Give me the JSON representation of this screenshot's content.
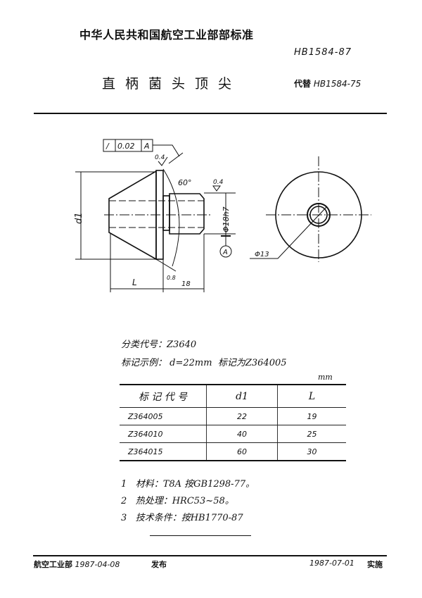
{
  "header": {
    "issuer": "中华人民共和国航空工业部部标准",
    "standard_number": "HB1584-87",
    "title": "直柄菌头顶尖",
    "replaces_label": "代替",
    "replaces_number": "HB1584-75"
  },
  "drawing": {
    "tolerance_symbol": "/",
    "tolerance_value": "0.02",
    "tolerance_datum": "A",
    "roughness_top": "0.4",
    "roughness_shank": "0.4",
    "roughness_bottom": "0.8",
    "angle": "60°",
    "dim_d1": "d1",
    "dim_shank": "Φ18h7",
    "datum": "A",
    "dim_L": "L",
    "dim_18": "18",
    "dim_bore": "Φ13"
  },
  "classification": {
    "label": "分类代号：",
    "value": "Z3640"
  },
  "marking_example": {
    "label": "标记示例：",
    "condition": "d=22mm",
    "mark_label": "标记为",
    "mark_value": "Z364005"
  },
  "unit": "mm",
  "table": {
    "headers": [
      "标 记 代 号",
      "d1",
      "L"
    ],
    "rows": [
      [
        "Z364005",
        "22",
        "19"
      ],
      [
        "Z364010",
        "40",
        "25"
      ],
      [
        "Z364015",
        "60",
        "30"
      ]
    ]
  },
  "notes": [
    {
      "num": "1",
      "text": "材料：T8A 按GB1298-77。"
    },
    {
      "num": "2",
      "text": "热处理：HRC53~58。"
    },
    {
      "num": "3",
      "text": "技术条件：按HB1770-87"
    }
  ],
  "footer": {
    "issuer": "航空工业部",
    "issue_date": "1987-04-08",
    "issue_label": "发布",
    "effective_date": "1987-07-01",
    "effective_label": "实施"
  }
}
